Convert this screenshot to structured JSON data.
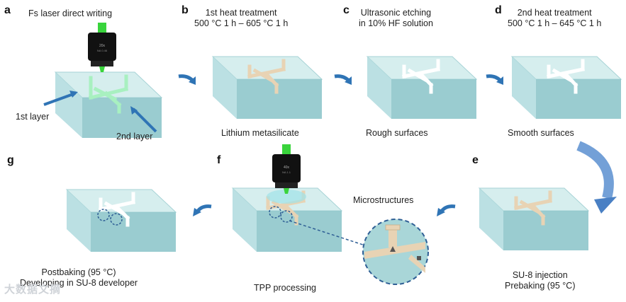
{
  "panels": {
    "a": {
      "letter": "a",
      "caption": "Fs laser direct writing",
      "label_layer1": "1st layer",
      "label_layer2": "2nd layer"
    },
    "b": {
      "letter": "b",
      "caption_line1": "1st heat treatment",
      "caption_line2": "500 °C 1 h – 605 °C 1 h",
      "caption_bottom": "Lithium metasilicate"
    },
    "c": {
      "letter": "c",
      "caption_line1": "Ultrasonic etching",
      "caption_line2": "in 10% HF solution",
      "caption_bottom": "Rough surfaces"
    },
    "d": {
      "letter": "d",
      "caption_line1": "2nd heat treatment",
      "caption_line2": "500 °C 1 h – 645 °C 1 h",
      "caption_bottom": "Smooth surfaces"
    },
    "e": {
      "letter": "e",
      "caption_line1": "SU-8 injection",
      "caption_line2": "Prebaking (95 °C)"
    },
    "f": {
      "letter": "f",
      "caption_bottom": "TPP processing",
      "microstructures": "Microstructures"
    },
    "g": {
      "letter": "g",
      "caption_line1": "Postbaking (95 °C)",
      "caption_line2": "Developing in SU-8 developer"
    }
  },
  "objective": {
    "brand": "20x",
    "spec": "NA 0.46",
    "brand_f": "40x",
    "spec_f": "NA 1.1"
  },
  "watermark": "大数据文摘",
  "colors": {
    "glass_top": "#cfe9ea",
    "glass_side": "#9ccfd3",
    "glass_dark": "#7fb7bd",
    "channel_green": "#a8f0c0",
    "channel_tan": "#e8d3b4",
    "channel_white": "#ffffff",
    "arrow_blue": "#2f74b5",
    "laser_green": "#39d43c"
  }
}
